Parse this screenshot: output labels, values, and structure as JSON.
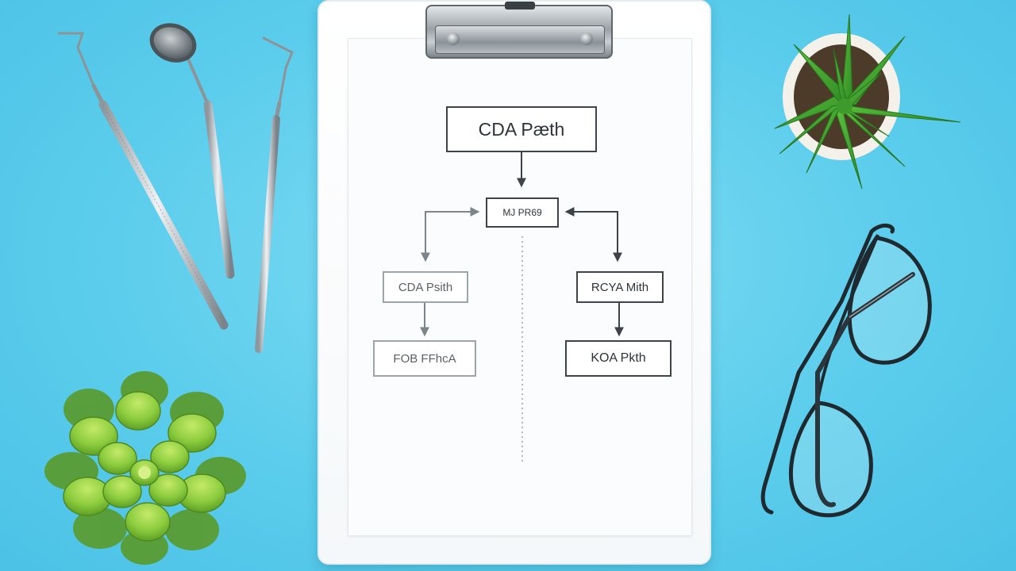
{
  "scene": {
    "colors": {
      "background": "#5ccdec",
      "clipboard": "#ffffff",
      "paper": "#fbfcfd",
      "ink": "#2d3338",
      "plant_green": "#7cc23a",
      "succulent_green": "#3f9a2c"
    },
    "props": [
      "dental-explorer-icon",
      "dental-mirror-icon",
      "dental-probe-icon",
      "succulent-plant-icon",
      "potted-aloe-plant-icon",
      "eyeglasses-icon",
      "clipboard-icon"
    ]
  },
  "flowchart": {
    "top": "CDA Pæth",
    "middle": "MJ PR69",
    "left_upper": "CDA Psith",
    "left_lower": "FOB FFhcA",
    "right_upper": "RCYA Mith",
    "right_lower": "KOA Pkth"
  }
}
